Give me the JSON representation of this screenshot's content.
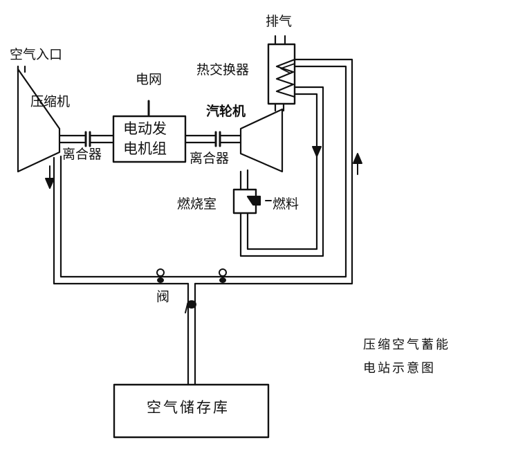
{
  "labels": {
    "air_inlet": "空气入口",
    "compressor": "压缩机",
    "grid": "电网",
    "motor_generator_line1": "电动发",
    "motor_generator_line2": "电机组",
    "clutch_left": "离合器",
    "clutch_right": "离合器",
    "turbine": "汽轮机",
    "exhaust": "排气",
    "heat_exchanger": "热交换器",
    "combustion_chamber": "燃烧室",
    "fuel": "燃料",
    "valve": "阀",
    "air_storage": "空气储存库"
  },
  "caption": {
    "line1": "压缩空气蓄能",
    "line2": "电站示意图"
  }
}
